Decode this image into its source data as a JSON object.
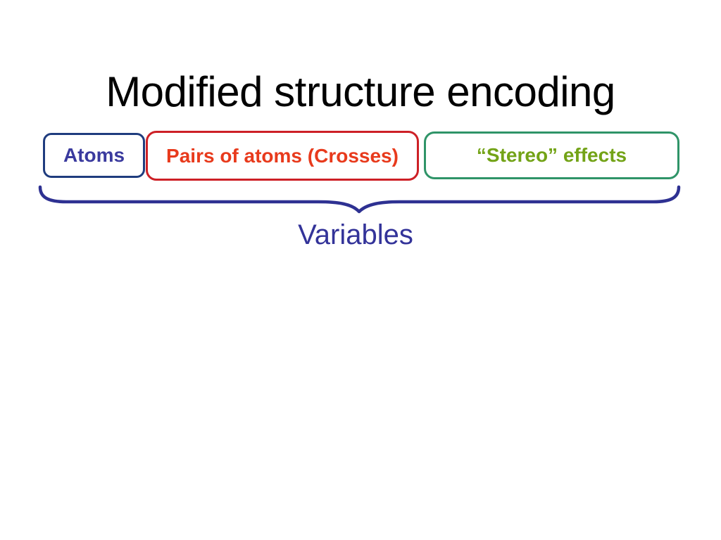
{
  "slide": {
    "title": "Modified structure encoding",
    "boxes": [
      {
        "label": "Atoms",
        "border_color": "#1f3c7e",
        "text_color": "#3a3a9e"
      },
      {
        "label": "Pairs of atoms (Crosses)",
        "border_color": "#cd2026",
        "text_color": "#e83a1c"
      },
      {
        "label": "“Stereo” effects",
        "border_color": "#2f9468",
        "text_color": "#73a317"
      }
    ],
    "brace": {
      "label": "Variables",
      "stroke_color": "#2e3192",
      "label_color": "#333399"
    },
    "background_color": "#ffffff"
  }
}
